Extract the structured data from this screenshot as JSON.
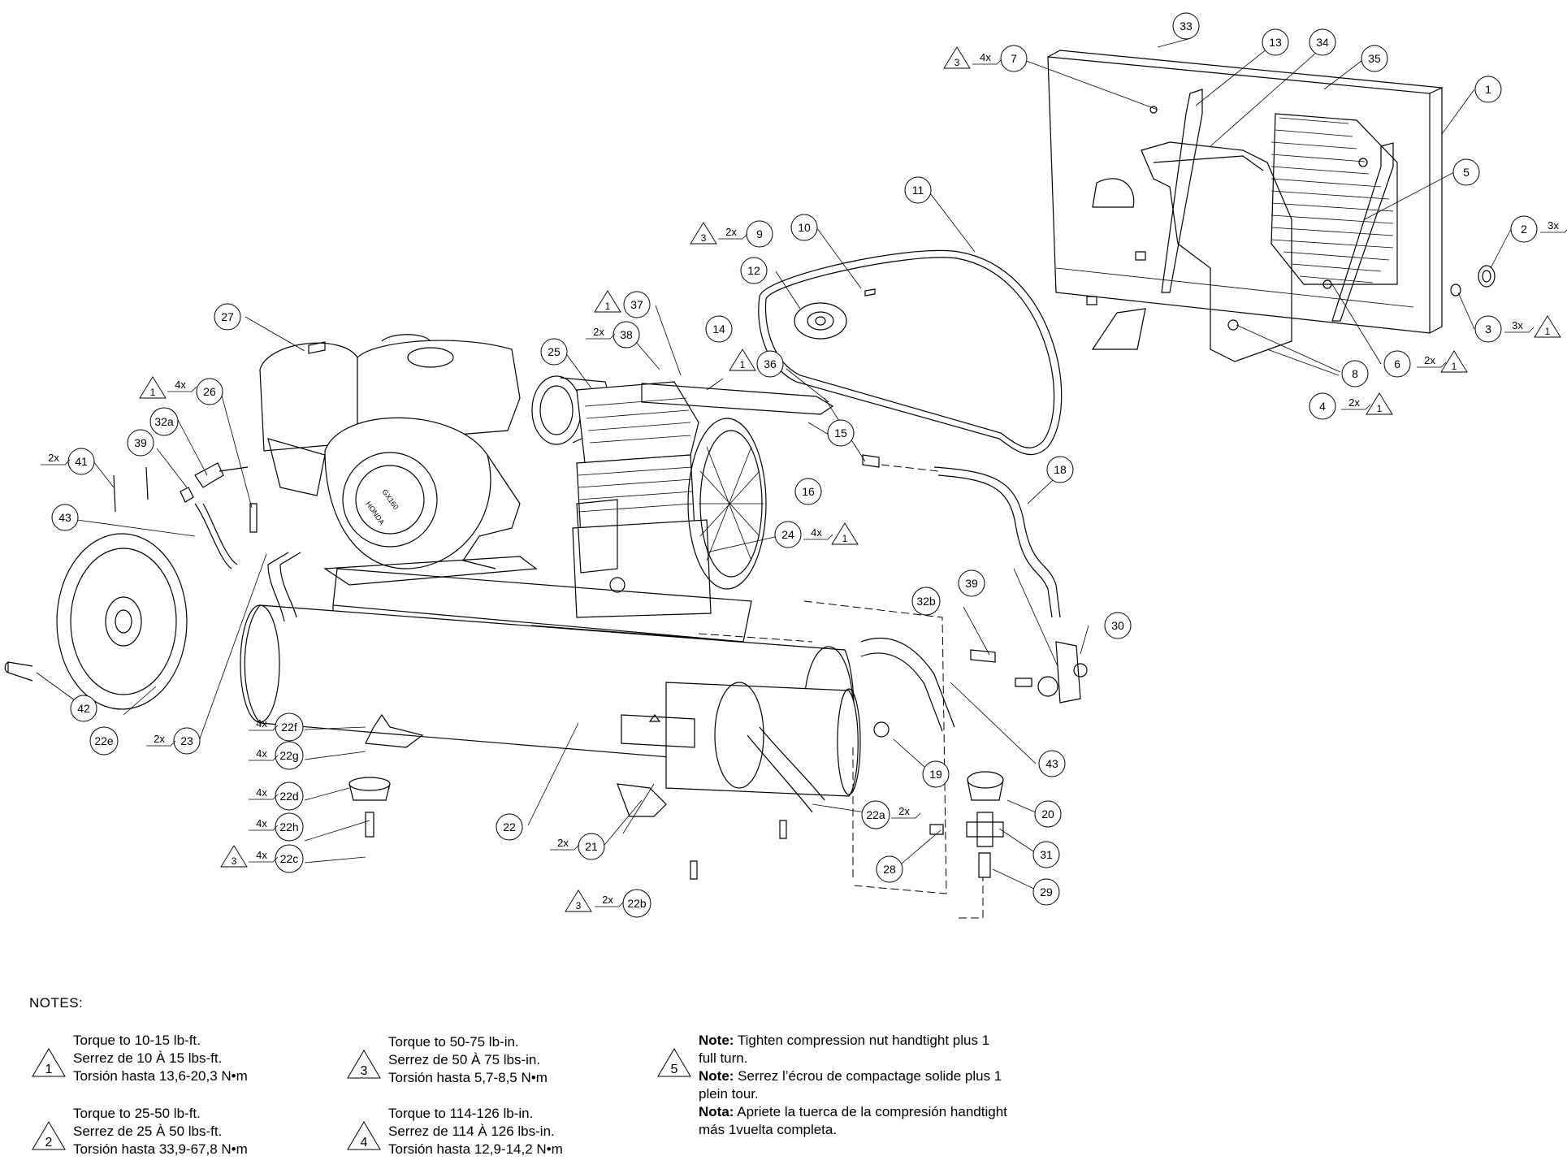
{
  "callouts": [
    {
      "id": "c1",
      "label": "1"
    },
    {
      "id": "c2",
      "label": "2"
    },
    {
      "id": "c3",
      "label": "3"
    },
    {
      "id": "c4",
      "label": "4"
    },
    {
      "id": "c5",
      "label": "5"
    },
    {
      "id": "c6",
      "label": "6"
    },
    {
      "id": "c7",
      "label": "7"
    },
    {
      "id": "c8",
      "label": "8"
    },
    {
      "id": "c9",
      "label": "9"
    },
    {
      "id": "c10",
      "label": "10"
    },
    {
      "id": "c11",
      "label": "11"
    },
    {
      "id": "c12",
      "label": "12"
    },
    {
      "id": "c13",
      "label": "13"
    },
    {
      "id": "c14",
      "label": "14"
    },
    {
      "id": "c15",
      "label": "15"
    },
    {
      "id": "c16",
      "label": "16"
    },
    {
      "id": "c18",
      "label": "18"
    },
    {
      "id": "c19",
      "label": "19"
    },
    {
      "id": "c20",
      "label": "20"
    },
    {
      "id": "c21",
      "label": "21"
    },
    {
      "id": "c22",
      "label": "22"
    },
    {
      "id": "c22a",
      "label": "22a"
    },
    {
      "id": "c22b",
      "label": "22b"
    },
    {
      "id": "c22c",
      "label": "22c"
    },
    {
      "id": "c22d",
      "label": "22d"
    },
    {
      "id": "c22e",
      "label": "22e"
    },
    {
      "id": "c22f",
      "label": "22f"
    },
    {
      "id": "c22g",
      "label": "22g"
    },
    {
      "id": "c22h",
      "label": "22h"
    },
    {
      "id": "c23",
      "label": "23"
    },
    {
      "id": "c24",
      "label": "24"
    },
    {
      "id": "c25",
      "label": "25"
    },
    {
      "id": "c26",
      "label": "26"
    },
    {
      "id": "c27",
      "label": "27"
    },
    {
      "id": "c28",
      "label": "28"
    },
    {
      "id": "c29",
      "label": "29"
    },
    {
      "id": "c30",
      "label": "30"
    },
    {
      "id": "c31",
      "label": "31"
    },
    {
      "id": "c32a",
      "label": "32a"
    },
    {
      "id": "c32b",
      "label": "32b"
    },
    {
      "id": "c33",
      "label": "33"
    },
    {
      "id": "c34",
      "label": "34"
    },
    {
      "id": "c35",
      "label": "35"
    },
    {
      "id": "c36",
      "label": "36"
    },
    {
      "id": "c37",
      "label": "37"
    },
    {
      "id": "c38",
      "label": "38"
    },
    {
      "id": "c39a",
      "label": "39"
    },
    {
      "id": "c39b",
      "label": "39"
    },
    {
      "id": "c41",
      "label": "41"
    },
    {
      "id": "c42",
      "label": "42"
    },
    {
      "id": "c43a",
      "label": "43"
    },
    {
      "id": "c43b",
      "label": "43"
    }
  ],
  "quantities": [
    {
      "id": "q7",
      "label": "4x"
    },
    {
      "id": "q2",
      "label": "3x"
    },
    {
      "id": "q3",
      "label": "3x"
    },
    {
      "id": "q6",
      "label": "2x"
    },
    {
      "id": "q4",
      "label": "2x"
    },
    {
      "id": "q9",
      "label": "2x"
    },
    {
      "id": "q38",
      "label": "2x"
    },
    {
      "id": "q26",
      "label": "4x"
    },
    {
      "id": "q41",
      "label": "2x"
    },
    {
      "id": "q24",
      "label": "4x"
    },
    {
      "id": "q23",
      "label": "2x"
    },
    {
      "id": "q22f",
      "label": "4x"
    },
    {
      "id": "q22g",
      "label": "4x"
    },
    {
      "id": "q22d",
      "label": "4x"
    },
    {
      "id": "q22h",
      "label": "4x"
    },
    {
      "id": "q22c",
      "label": "4x"
    },
    {
      "id": "q21",
      "label": "2x"
    },
    {
      "id": "q22b",
      "label": "2x"
    },
    {
      "id": "q22a",
      "label": "2x"
    }
  ],
  "torque_flags": [
    {
      "id": "t7",
      "label": "3"
    },
    {
      "id": "t3",
      "label": "1"
    },
    {
      "id": "t6",
      "label": "1"
    },
    {
      "id": "t4",
      "label": "1"
    },
    {
      "id": "t9",
      "label": "3"
    },
    {
      "id": "t37",
      "label": "1"
    },
    {
      "id": "t36",
      "label": "1"
    },
    {
      "id": "t26",
      "label": "1"
    },
    {
      "id": "t24",
      "label": "1"
    },
    {
      "id": "t22c",
      "label": "3"
    },
    {
      "id": "t22b",
      "label": "3"
    }
  ],
  "engine_labels": {
    "brand": "HONDA",
    "model": "GX160"
  },
  "notes": {
    "title": "NOTES:",
    "n1": {
      "flag": "1",
      "en": "Torque to 10-15 lb-ft.",
      "fr": "Serrez de 10 À 15 lbs-ft.",
      "es": "Torsión hasta 13,6-20,3 N•m"
    },
    "n2": {
      "flag": "2",
      "en": "Torque to 25-50 lb-ft.",
      "fr": "Serrez de 25 À 50 lbs-ft.",
      "es": "Torsión hasta 33,9-67,8 N•m"
    },
    "n3": {
      "flag": "3",
      "en": "Torque to 50-75 lb-in.",
      "fr": "Serrez de 50 À 75 lbs-in.",
      "es": "Torsión hasta 5,7-8,5 N•m"
    },
    "n4": {
      "flag": "4",
      "en": "Torque to 114-126 lb-in.",
      "fr": "Serrez de 114 À 126 lbs-in.",
      "es": "Torsión hasta 12,9-14,2 N•m"
    },
    "n5": {
      "flag": "5",
      "en_label": "Note:",
      "en1": " Tighten compression nut handtight plus 1",
      "en2": "full turn.",
      "fr_label": "Note:",
      "fr1": " Serrez l’écrou de compactage solide plus 1",
      "fr2": "plein tour.",
      "es_label": "Nota:",
      "es1": " Apriete la tuerca de la compresión handtight",
      "es2": "más 1vuelta completa."
    }
  }
}
